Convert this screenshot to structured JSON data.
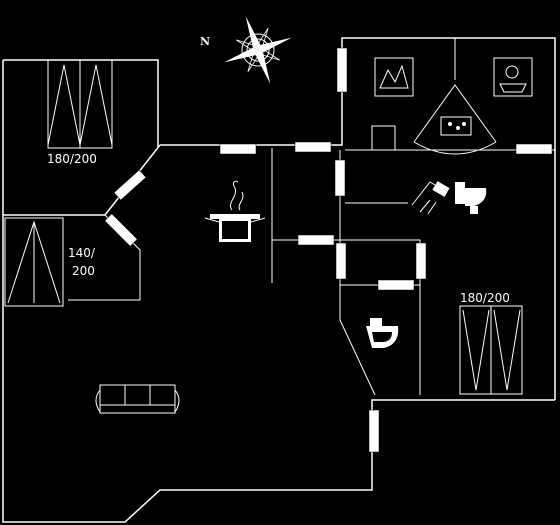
{
  "compass": {
    "north_label": "N"
  },
  "rooms": {
    "bedroom_1": {
      "bed_label": "180/200"
    },
    "bedroom_2": {
      "bed_label_line1": "140/",
      "bed_label_line2": "200"
    },
    "bedroom_3": {
      "bed_label": "180/200"
    }
  },
  "icons": [
    "compass-rose-icon",
    "double-bed-icon",
    "single-bed-icon",
    "cooking-pot-icon",
    "sauna-icon",
    "bathtub-icon",
    "wash-basin-icon",
    "shower-icon",
    "toilet-icon",
    "sofa-icon"
  ],
  "colors": {
    "background": "#000000",
    "lines": "#ffffff"
  }
}
